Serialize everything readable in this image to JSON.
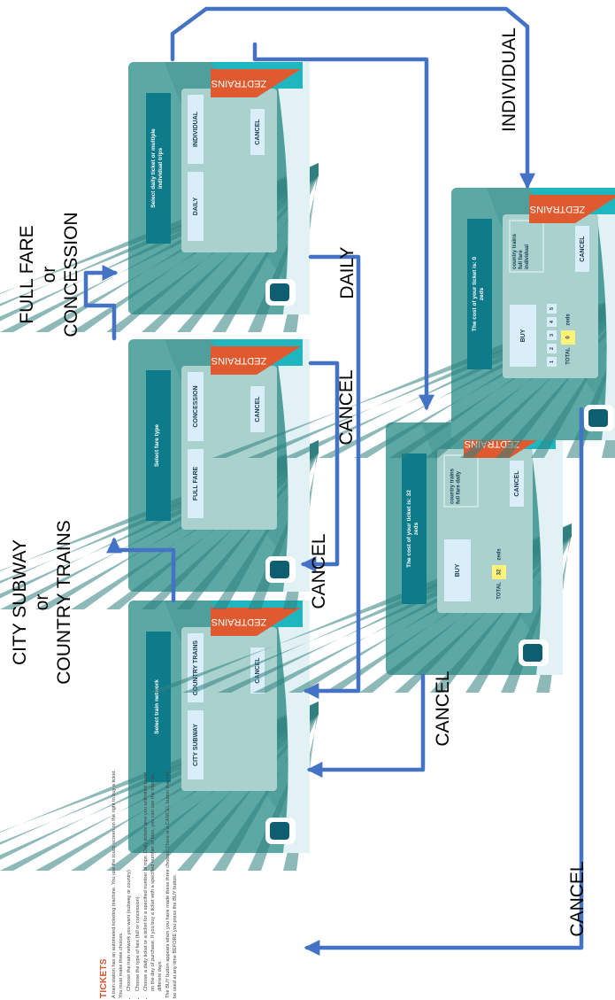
{
  "screens": {
    "network": {
      "title": "Select train network",
      "option1": "CITY SUBWAY",
      "option2": "COUNTRY TRAINS",
      "cancel": "CANCEL",
      "brand": "ZEDTRAINS"
    },
    "fare": {
      "title": "Select fare type",
      "option1": "FULL FARE",
      "option2": "CONCESSION",
      "cancel": "CANCEL",
      "brand": "ZEDTRAINS"
    },
    "trip": {
      "title": "Select daily ticket or multiple individual trips",
      "option1": "DAILY",
      "option2": "INDIVIDUAL",
      "cancel": "CANCEL",
      "brand": "ZEDTRAINS"
    },
    "daily": {
      "title": "The cost of your ticket is: 32 zeds",
      "buy": "BUY",
      "total_label": "TOTAL",
      "total_value": "32",
      "unit": "zeds",
      "summary": "country trains full fare daily",
      "cancel": "CANCEL",
      "brand": "ZEDTRAINS"
    },
    "individual": {
      "title": "The cost of your ticket is: 0 zeds",
      "buy": "BUY",
      "trips": [
        "1",
        "2",
        "3",
        "4",
        "5"
      ],
      "total_label": "TOTAL",
      "total_value": "0",
      "unit": "zeds",
      "summary": "country trains full fare individual",
      "cancel": "CANCEL",
      "brand": "ZEDTRAINS"
    }
  },
  "flow_labels": {
    "network_choice": [
      "CITY SUBWAY",
      "or",
      "COUNTRY TRAINS"
    ],
    "fare_choice": [
      "FULL FARE",
      "or",
      "CONCESSION"
    ],
    "daily": "DAILY",
    "individual": "INDIVIDUAL",
    "cancel_fare": "CANCEL",
    "cancel_trip": "CANCEL",
    "cancel_daily": "CANCEL",
    "cancel_individual": "CANCEL"
  },
  "tickets": {
    "heading": "TICKETS",
    "intro": "A train station has an automated ticketing machine. You use the touch screen on the right to buy a ticket. You must make three choices.",
    "steps": [
      "Choose the train network you want (subway or country).",
      "Choose the type of fare (full or concession).",
      "Choose a daily ticket or a ticket for a specified number of trips. Daily tickets give you unlimited travel on the day of purchase. If you buy a ticket with a specified number of trips, you can use the trips on different days."
    ],
    "outro": "The BUY button appears when you have made these three choices. There is a CANCEL button that can be used at any time BEFORE you press the BUY button."
  },
  "colors": {
    "arrow": "#4472c4",
    "teal": "#5ba8a5",
    "panel": "#a9d2cf",
    "accent": "#e05a2f",
    "title_box": "#0e7b8a",
    "button": "#d9eef8",
    "total_box": "#fff27a"
  }
}
